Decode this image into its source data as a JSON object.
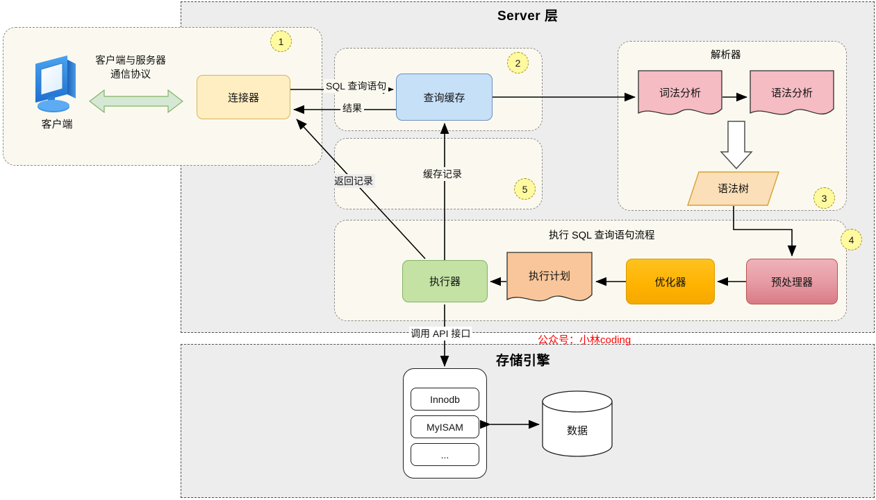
{
  "layers": {
    "server": {
      "title": "Server 层"
    },
    "storage": {
      "title": "存储引擎"
    }
  },
  "groups": {
    "g1": {
      "badge": "1"
    },
    "g2": {
      "badge": "2"
    },
    "g3": {
      "badge": "3",
      "title": "解析器"
    },
    "g4": {
      "badge": "4",
      "title": "执行 SQL 查询语句流程"
    },
    "g5": {
      "badge": "5",
      "title": "缓存记录"
    }
  },
  "nodes": {
    "client": {
      "label": "客户端",
      "icon": "monitor-icon"
    },
    "protocol": {
      "line1": "客户端与服务器",
      "line2": "通信协议"
    },
    "connector": {
      "label": "连接器"
    },
    "query_cache": {
      "label": "查询缓存"
    },
    "lexical": {
      "label": "词法分析"
    },
    "syntax": {
      "label": "语法分析"
    },
    "syntax_tree": {
      "label": "语法树"
    },
    "preprocessor": {
      "label": "预处理器"
    },
    "optimizer": {
      "label": "优化器"
    },
    "exec_plan": {
      "label": "执行计划"
    },
    "executor": {
      "label": "执行器"
    },
    "engine_innodb": {
      "label": "Innodb"
    },
    "engine_myisam": {
      "label": "MyISAM"
    },
    "engine_more": {
      "label": "..."
    },
    "data": {
      "label": "数据"
    }
  },
  "edge_labels": {
    "sql_query": "SQL 查询语句",
    "result": "结果",
    "return_records": "返回记录",
    "cache_records": "缓存记录",
    "call_api": "调用 API 接口"
  },
  "watermark": {
    "text": "公众号：小林coding"
  },
  "colors": {
    "layer_bg": "#ededed",
    "group_bg": "#fbf9ef",
    "badge_bg": "#fff9a0",
    "connector": "#ffeec2",
    "query_cache": "#c6e0f7",
    "parser_box": "#f5bcc4",
    "syntax_tree": "#fbdfb8",
    "preprocessor": "#e79ca5",
    "optimizer": "#ffb200",
    "exec_plan": "#f8c69a",
    "executor": "#c3e2a4",
    "arrow_green": "#d5e8d4",
    "watermark": "#ff0000"
  }
}
